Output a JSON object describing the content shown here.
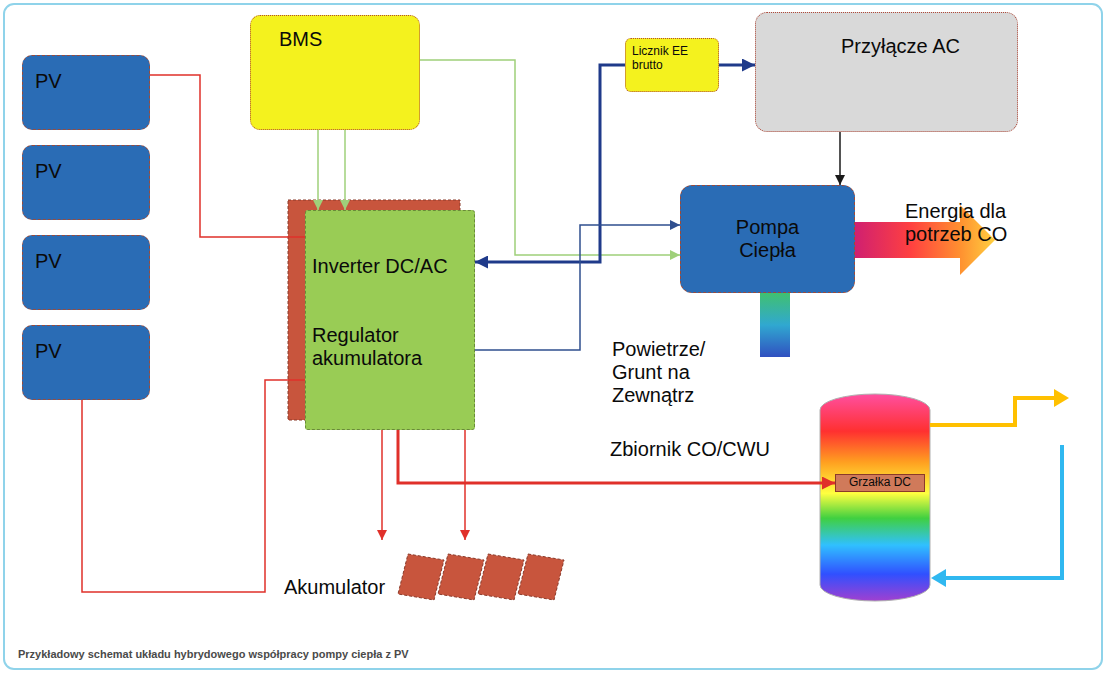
{
  "diagram": {
    "caption": "Przykładowy schemat układu hybrydowego współpracy pompy ciepła z PV",
    "nodes": [
      {
        "text": [
          "PV"
        ]
      },
      {
        "text": [
          "PV"
        ]
      },
      {
        "text": [
          "PV"
        ]
      },
      {
        "text": [
          "PV"
        ]
      },
      {
        "text": [
          "BMS"
        ]
      },
      {
        "text": [
          "Licznik EE brutto"
        ]
      },
      {
        "text": [
          "Przyłącze AC"
        ]
      },
      {
        "text": [
          "Inverter DC/AC",
          "Regulator akumulatora"
        ]
      },
      {
        "text": [
          "Pompa Ciepła"
        ]
      },
      {
        "text": [
          "Grzałka DC"
        ]
      },
      {
        "text": [
          "Akumulator"
        ]
      }
    ],
    "edges": [
      {
        "from": 0,
        "to": 7,
        "arrow": "none"
      },
      {
        "from": 3,
        "to": 7,
        "arrow": "none"
      },
      {
        "from": 4,
        "to": 7,
        "arrow": "to"
      },
      {
        "from": 4,
        "to": 7,
        "arrow": "to"
      },
      {
        "from": 4,
        "to": 8,
        "arrow": "to"
      },
      {
        "from": 5,
        "to": 7,
        "arrow": "to"
      },
      {
        "from": 5,
        "to": 6,
        "arrow": "to"
      },
      {
        "from": 6,
        "to": 8,
        "arrow": "to"
      },
      {
        "from": 7,
        "to": 8,
        "arrow": "to"
      },
      {
        "from": 7,
        "to": 9,
        "arrow": "to"
      },
      {
        "from": 7,
        "to": 10,
        "arrow": "to"
      },
      {
        "from": 7,
        "to": 10,
        "arrow": "to"
      }
    ],
    "labels": [
      "Energia dla potrzeb CO",
      "Powietrze/ Grunt na Zewnątrz",
      "Zbiornik CO/CWU"
    ]
  }
}
